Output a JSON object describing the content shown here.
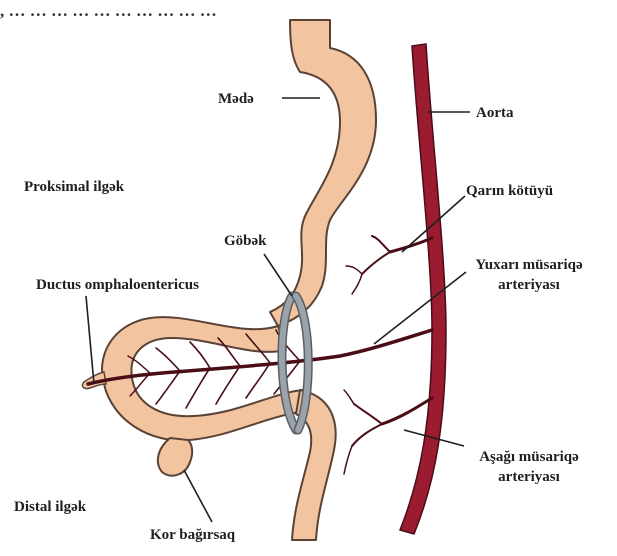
{
  "top_caption": ", … … … … … … … … … …",
  "labels": {
    "stomach": "Mədə",
    "aorta": "Aorta",
    "proximal_loop": "Proksimal ilgək",
    "celiac_trunk": "Qarın kötüyü",
    "umbilicus": "Göbək",
    "superior_mesenteric_artery_1": "Yuxarı müsariqə",
    "superior_mesenteric_artery_2": "arteriyası",
    "vitelline_duct": "Ductus omphaloentericus",
    "inferior_mesenteric_artery_1": "Aşağı müsariqə",
    "inferior_mesenteric_artery_2": "arteriyası",
    "distal_loop": "Distal ilgək",
    "cecum": "Kor bağırsaq"
  },
  "colors": {
    "gut_fill": "#f2c4a0",
    "gut_outline": "#5a4336",
    "artery": "#9b1b30",
    "artery_outline": "#4a0d16",
    "ring": "#9aa3aa",
    "text": "#1f1f1f"
  }
}
